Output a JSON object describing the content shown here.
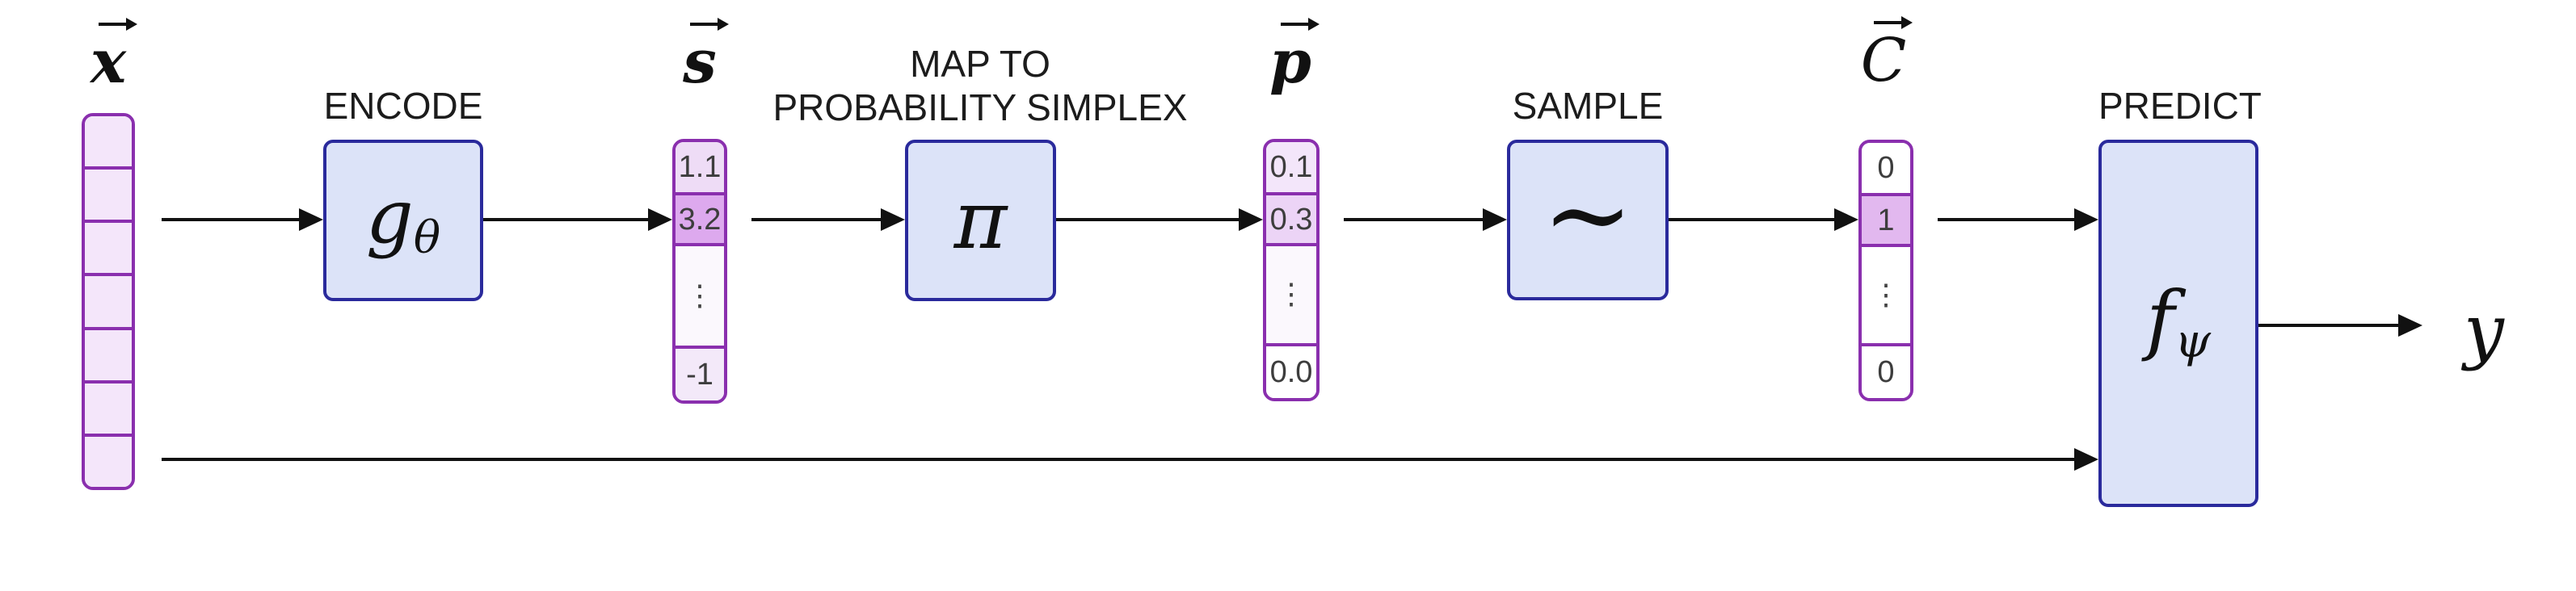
{
  "diagram": {
    "background": "#ffffff",
    "arrow_color": "#111111",
    "box": {
      "fill": "#dce3f8",
      "border": "#2a2a9c"
    },
    "vector": {
      "border": "#8a2fae"
    }
  },
  "vectors": {
    "x": {
      "label": "x",
      "cell_count": 7,
      "cell_fill": "#f4e6fa"
    },
    "s": {
      "label": "s",
      "cells": [
        {
          "value": "1.1",
          "fill": "#eedcf6"
        },
        {
          "value": "3.2",
          "fill": "#dda9ee"
        },
        {
          "value": "⋮",
          "fill": "#fbf8fd"
        },
        {
          "value": "-1",
          "fill": "#f3e9f9"
        }
      ]
    },
    "p": {
      "label": "p",
      "cells": [
        {
          "value": "0.1",
          "fill": "#f3e6fa"
        },
        {
          "value": "0.3",
          "fill": "#ecd4f6"
        },
        {
          "value": "⋮",
          "fill": "#fbf8fd"
        },
        {
          "value": "0.0",
          "fill": "#ffffff"
        }
      ]
    },
    "c": {
      "label": "C",
      "cells": [
        {
          "value": "0",
          "fill": "#ffffff"
        },
        {
          "value": "1",
          "fill": "#e2b8ef"
        },
        {
          "value": "⋮",
          "fill": "#ffffff"
        },
        {
          "value": "0",
          "fill": "#ffffff"
        }
      ]
    }
  },
  "stages": {
    "encode": {
      "title": "ENCODE",
      "symbol": "g",
      "subscript": "θ"
    },
    "simplex": {
      "title_line1": "MAP TO",
      "title_line2": "PROBABILITY SIMPLEX",
      "symbol": "π"
    },
    "sample": {
      "title": "SAMPLE",
      "symbol": "∼"
    },
    "predict": {
      "title": "PREDICT",
      "symbol": "f",
      "subscript": "ψ"
    }
  },
  "output": {
    "label": "y"
  }
}
